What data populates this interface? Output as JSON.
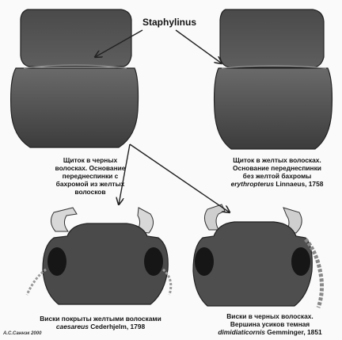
{
  "title": "Staphylinus",
  "credit": "А.С.Саннэк 2000",
  "top_left": {
    "lines": [
      "Щиток в черных",
      "волосках. Основание",
      "переднеспинки с",
      "бахромой из желтых",
      "волосков"
    ]
  },
  "top_right": {
    "lines": [
      "Щиток в желтых волосках.",
      "Основание переднеспинки",
      "без желтой бахромы"
    ],
    "species": "erythropterus",
    "author": "Linnaeus, 1758"
  },
  "bottom_left": {
    "line": "Виски покрыты желтыми волосками",
    "species": "caesareus",
    "author": "Cederhjelm, 1798"
  },
  "bottom_right": {
    "lines": [
      "Виски в черных волосках.",
      "Вершина усиков темная"
    ],
    "species": "dimidiaticornis",
    "author": "Gemminger, 1851"
  }
}
